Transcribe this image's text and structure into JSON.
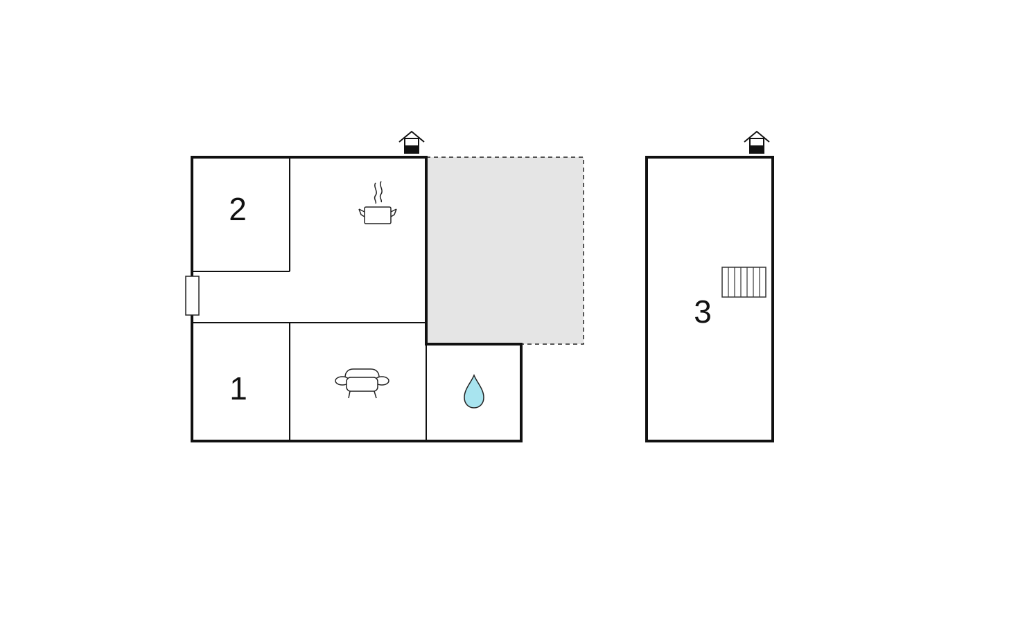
{
  "floorplan": {
    "rooms": {
      "bedroom_1": {
        "number": "1"
      },
      "bedroom_2": {
        "number": "2"
      },
      "bedroom_3": {
        "number": "3"
      }
    },
    "icons": {
      "kitchen": "cooking-pot-icon",
      "living": "sofa-icon",
      "bathroom": "water-drop-icon",
      "entrance_main": "house-entrance-icon",
      "entrance_annex": "house-entrance-icon",
      "annex_feature": "radiator-icon"
    },
    "colors": {
      "walls": "#111111",
      "terrace": "#e5e5e5",
      "water_drop": "#a8e4ef"
    }
  }
}
